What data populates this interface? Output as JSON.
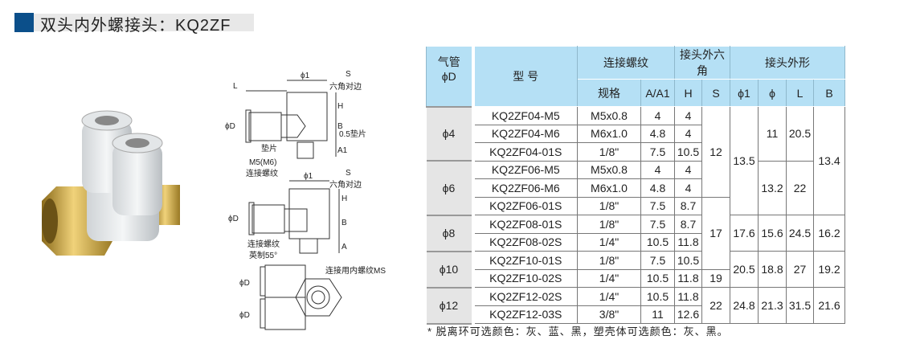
{
  "title": "双头内外螺接头：KQ2ZF",
  "diagram": {
    "labels": {
      "L": "L",
      "phi1": "ϕ1",
      "S": "S",
      "hex": "六角对边",
      "H": "H",
      "B": "B",
      "A1": "A1",
      "A": "A",
      "phiD": "ϕD",
      "washer05": "0.5垫片",
      "washer": "垫片",
      "m5": "M5(M6)",
      "thread": "连接螺纹",
      "thread_en": "英制55°",
      "inner_thread": "连接用内螺纹MS"
    }
  },
  "table": {
    "headers": {
      "tube": "气管\nϕD",
      "tube_l1": "气管",
      "tube_l2": "ϕD",
      "model": "型 号",
      "thread": "连接螺纹",
      "hex": "接头外六角",
      "shape": "接头外形",
      "spec": "规格",
      "a": "A/A1",
      "h": "H",
      "s": "S",
      "phi1": "ϕ1",
      "phi": "ϕ",
      "l": "L",
      "b": "B"
    },
    "rows": [
      {
        "d": {
          "v": "ϕ4",
          "span": 3
        },
        "model": "KQ2ZF04-M5",
        "spec": "M5x0.8",
        "a": "4",
        "h": "4",
        "s": {
          "v": "12",
          "span": 5
        },
        "phi1": {
          "v": "13.5",
          "span": 6
        },
        "phi": {
          "v": "11",
          "span": 3
        },
        "l": {
          "v": "20.5",
          "span": 3
        },
        "b": {
          "v": "13.4",
          "span": 6
        }
      },
      {
        "model": "KQ2ZF04-M6",
        "spec": "M6x1.0",
        "a": "4.8",
        "h": "4"
      },
      {
        "model": "KQ2ZF04-01S",
        "spec": "1/8\"",
        "a": "7.5",
        "h": "10.5"
      },
      {
        "d": {
          "v": "ϕ6",
          "span": 3
        },
        "model": "KQ2ZF06-M5",
        "spec": "M5x0.8",
        "a": "4",
        "h": "4",
        "phi": {
          "v": "13.2",
          "span": 3
        },
        "l": {
          "v": "22",
          "span": 3
        }
      },
      {
        "model": "KQ2ZF06-M6",
        "spec": "M6x1.0",
        "a": "4.8",
        "h": "4"
      },
      {
        "model": "KQ2ZF06-01S",
        "spec": "1/8\"",
        "a": "7.5",
        "h": "8.7",
        "s": {
          "v": "17",
          "span": 4
        }
      },
      {
        "d": {
          "v": "ϕ8",
          "span": 2
        },
        "model": "KQ2ZF08-01S",
        "spec": "1/8\"",
        "a": "7.5",
        "h": "8.7",
        "phi1": {
          "v": "17.6",
          "span": 2
        },
        "phi": {
          "v": "15.6",
          "span": 2
        },
        "l": {
          "v": "24.5",
          "span": 2
        },
        "b": {
          "v": "16.2",
          "span": 2
        }
      },
      {
        "model": "KQ2ZF08-02S",
        "spec": "1/4\"",
        "a": "10.5",
        "h": "11.8"
      },
      {
        "d": {
          "v": "ϕ10",
          "span": 2
        },
        "model": "KQ2ZF10-01S",
        "spec": "1/8\"",
        "a": "7.5",
        "h": "10.5",
        "phi1": {
          "v": "20.5",
          "span": 2
        },
        "phi": {
          "v": "18.8",
          "span": 2
        },
        "l": {
          "v": "27",
          "span": 2
        },
        "b": {
          "v": "19.2",
          "span": 2
        }
      },
      {
        "model": "KQ2ZF10-02S",
        "spec": "1/4\"",
        "a": "10.5",
        "h": "11.8",
        "s": {
          "v": "19",
          "span": 1
        }
      },
      {
        "d": {
          "v": "ϕ12",
          "span": 2
        },
        "model": "KQ2ZF12-02S",
        "spec": "1/4\"",
        "a": "10.5",
        "h": "11.8",
        "s": {
          "v": "22",
          "span": 2
        },
        "phi1": {
          "v": "24.8",
          "span": 2
        },
        "phi": {
          "v": "21.3",
          "span": 2
        },
        "l": {
          "v": "31.5",
          "span": 2
        },
        "b": {
          "v": "21.6",
          "span": 2
        }
      },
      {
        "model": "KQ2ZF12-03S",
        "spec": "3/8\"",
        "a": "11",
        "h": "12.6"
      }
    ]
  },
  "footnote": "* 脱离环可选颜色：灰、蓝、黑，塑壳体可选颜色：灰、黑。",
  "colors": {
    "accent": "#0b4f8a",
    "header_bg": "#b5e0f5",
    "brass": "#c9a13a"
  }
}
